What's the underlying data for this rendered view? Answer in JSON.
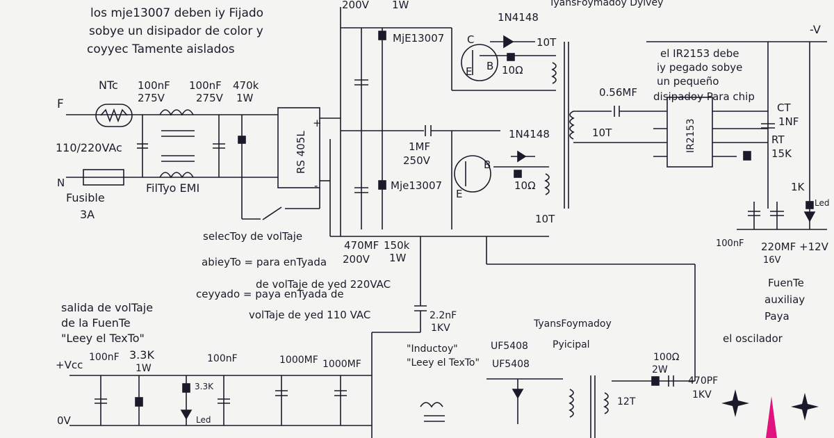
{
  "notes": {
    "heatsink_line1": "los mje13007 deben iy Fijado",
    "heatsink_line2": "sobye un disipador de color y",
    "heatsink_line3": "coyyec Tamente aislados",
    "ir_line1": "el IR2153 debe",
    "ir_line2": "iy pegado sobye",
    "ir_line3": "un pequeño",
    "ir_line4": "disipadoy Para chip"
  },
  "input": {
    "phase": "F",
    "neutral": "N",
    "voltage": "110/220VAc",
    "fuse": "Fusible",
    "fuse_rating": "3A",
    "ntc": "NTc",
    "filter_label": "FilTyo EMI",
    "c1_value": "100nF",
    "c1_rating": "275V",
    "c2_value": "100nF",
    "c2_rating": "275V",
    "r1_value": "470k",
    "r1_rating": "1W",
    "bridge": "RS 405L",
    "plus": "+",
    "minus": "-"
  },
  "selector": {
    "title": "selecToy de volTaje",
    "open_label": "abieyTo = para enTyada",
    "open_detail": "de volTaje de yed 220VAC",
    "closed_label": "ceyyado = paya enTyada de",
    "closed_detail": "volTaje de yed 110 VAC"
  },
  "bulk": {
    "top_rating": "200V",
    "top_watt": "1W",
    "cap": "470MF",
    "cap_rating": "200V",
    "res": "150k",
    "res_rating": "1W",
    "coupling_cap": "1MF",
    "coupling_rating": "250V"
  },
  "transistors": {
    "q1": "MjE13007",
    "q2": "Mje13007",
    "diode": "1N4148",
    "diode2": "1N4148",
    "base_res": "10Ω",
    "base_res2": "10Ω",
    "c": "C",
    "b": "B",
    "e": "E",
    "turns": "10T",
    "turns2": "10T"
  },
  "driver": {
    "title": "TyansFoymadoy Dyivey",
    "cap": "0.56MF",
    "turns": "10T"
  },
  "oscillator": {
    "ic": "IR2153",
    "supply": "-V",
    "ct": "CT",
    "ct_value": "1NF",
    "rt": "RT",
    "rt_value": "15K",
    "r_led": "1K",
    "led": "Led",
    "cap_small": "100nF",
    "cap_big": "220MF",
    "cap_big_rating": "16V",
    "rail": "+12V",
    "caption1": "FuenTe",
    "caption2": "auxiliay",
    "caption3": "Paya",
    "caption4": "el oscilador"
  },
  "output": {
    "title1": "salida de volTaje",
    "title2": "de la FuenTe",
    "title3": "\"Leey el TexTo\"",
    "vcc": "+Vcc",
    "gnd": "0V",
    "c1": "100nF",
    "r1": "3.3K",
    "r1_rating": "1W",
    "r_led": "3.3K",
    "led": "Led",
    "c2": "100nF",
    "c3": "1000MF",
    "c4": "1000MF",
    "coupler": "2.2nF",
    "coupler_rating": "1KV",
    "inductor1": "\"Inductoy\"",
    "inductor2": "\"Leey el TexTo\"",
    "diode1": "UF5408",
    "diode2": "UF5408",
    "transformer1": "TyansFoymadoy",
    "transformer2": "Pyicipal",
    "snub_res": "100Ω",
    "snub_rating": "2W",
    "snub_cap": "470PF",
    "snub_cap_rating": "1KV",
    "turns": "12T"
  },
  "colors": {
    "ink": "#1a1a2a",
    "paper": "#f4f4f2",
    "pink": "#e0147e"
  }
}
